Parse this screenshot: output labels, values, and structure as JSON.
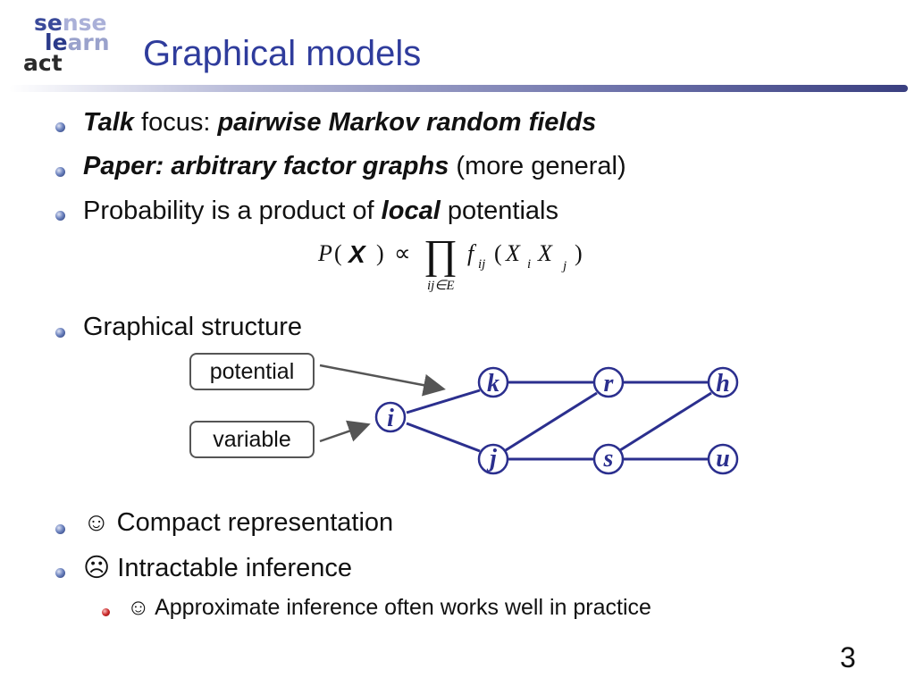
{
  "logo": {
    "line1": [
      "se",
      "nse"
    ],
    "line2": [
      "le",
      "arn"
    ],
    "line3": [
      "act"
    ]
  },
  "title": "Graphical models",
  "bullets": {
    "b1": {
      "part1": "Talk",
      "part2": " focus: ",
      "part3": "pairwise Markov random fields"
    },
    "b2": {
      "part1": "Paper: arbitrary factor graphs",
      "part2": " (more general)"
    },
    "b3": {
      "part1": "Probability is a product of ",
      "part2": "local",
      "part3": " potentials"
    },
    "b4": "Graphical structure",
    "b5": "☺ Compact representation",
    "b6": "☹ Intractable inference",
    "b7": "☺ Approximate inference often works well in practice"
  },
  "formula": {
    "P": "P",
    "lparen": "(",
    "X": "X",
    "rparen": ")",
    "propto": "∝",
    "prod": "∏",
    "sub": "ij∈E",
    "f": "f",
    "fsub": "ij",
    "Xi": "X",
    "i": "i",
    "Xj": "X",
    "j": "j"
  },
  "diagram": {
    "labels": {
      "potential": "potential",
      "variable": "variable"
    },
    "nodes": {
      "i": "i",
      "k": "k",
      "j": "j",
      "r": "r",
      "s": "s",
      "h": "h",
      "u": "u"
    },
    "edge_color": "#2b2f8e"
  },
  "page_number": "3"
}
